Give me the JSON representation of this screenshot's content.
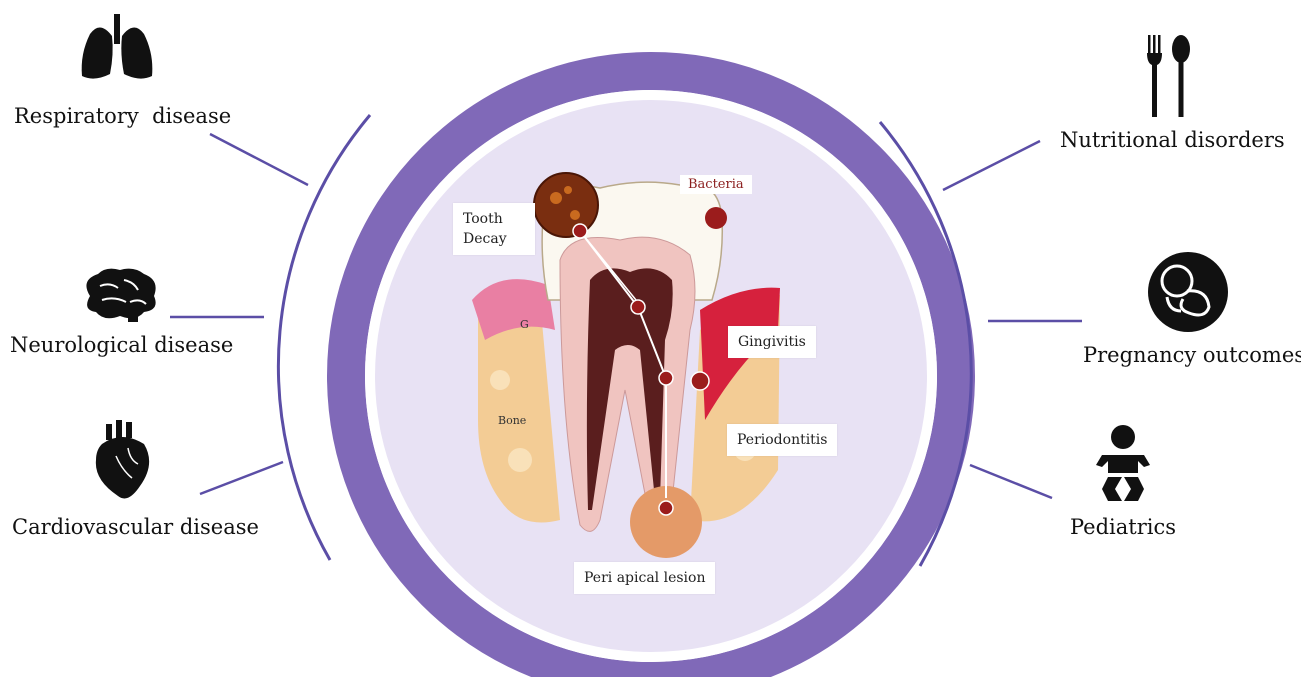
{
  "left_categories": [
    {
      "label": "Respiratory  disease",
      "icon": "lungs-icon"
    },
    {
      "label": "Neurological disease",
      "icon": "brain-icon"
    },
    {
      "label": "Cardiovascular disease",
      "icon": "heart-icon"
    }
  ],
  "right_categories": [
    {
      "label": "Nutritional disorders",
      "icon": "fork-spoon-icon"
    },
    {
      "label": "Pregnancy outcomes",
      "icon": "fetus-icon"
    },
    {
      "label": "Pediatrics",
      "icon": "baby-icon"
    }
  ],
  "tooth_labels": {
    "tooth_decay": "Tooth\nDecay",
    "bacteria": "Bacteria",
    "gingivitis": "Gingivitis",
    "periodontitis": "Periodontitis",
    "peri_apical": "Peri apical lesion",
    "gum": "G",
    "bone": "Bone"
  },
  "colors": {
    "ring": "#8069b8",
    "inner_disc": "#e8e2f4",
    "connector": "#5b4ea6",
    "dot": "#9b1c1c"
  }
}
